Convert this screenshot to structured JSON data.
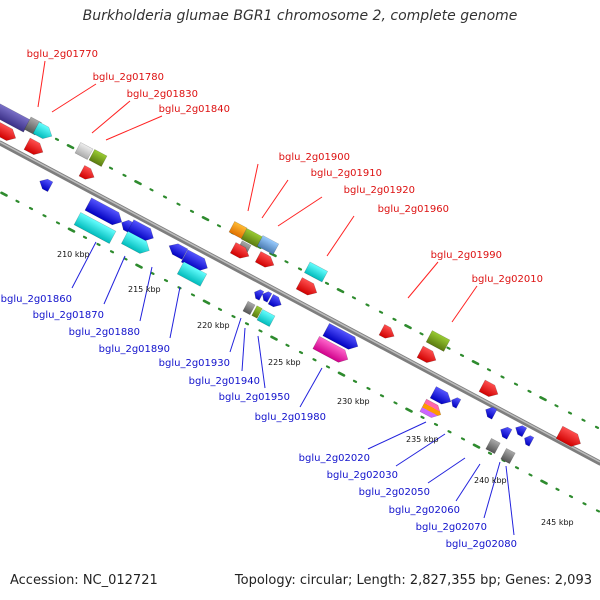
{
  "title": "Burkholderia glumae BGR1 chromosome 2, complete genome",
  "footer": {
    "accession": "Accession: NC_012721",
    "summary": "Topology: circular; Length: 2,827,355 bp; Genes: 2,093"
  },
  "colors": {
    "backbone": "#8c8c8c",
    "top_label": "#dd1111",
    "bottom_label": "#1111cc",
    "tick": "#2e8b2e",
    "leader_top": "#ff2222",
    "leader_bottom": "#2222dd"
  },
  "top_labels": [
    "bglu_2g01770",
    "bglu_2g01780",
    "bglu_2g01830",
    "bglu_2g01840",
    "bglu_2g01900",
    "bglu_2g01910",
    "bglu_2g01920",
    "bglu_2g01960",
    "bglu_2g01990",
    "bglu_2g02010"
  ],
  "bottom_labels": [
    "bglu_2g01860",
    "bglu_2g01870",
    "bglu_2g01880",
    "bglu_2g01890",
    "bglu_2g01930",
    "bglu_2g01940",
    "bglu_2g01950",
    "bglu_2g01980",
    "bglu_2g02020",
    "bglu_2g02030",
    "bglu_2g02050",
    "bglu_2g02060",
    "bglu_2g02070",
    "bglu_2g02080"
  ],
  "kbp_labels": [
    "210 kbp",
    "215 kbp",
    "220 kbp",
    "225 kbp",
    "230 kbp",
    "235 kbp",
    "240 kbp",
    "245 kbp"
  ]
}
